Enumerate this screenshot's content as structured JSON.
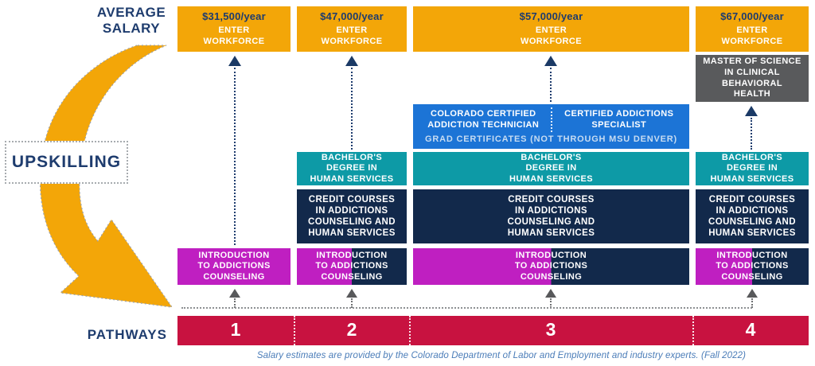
{
  "title_labels": {
    "average_salary_line1": "AVERAGE",
    "average_salary_line2": "SALARY",
    "upskilling": "UPSKILLING",
    "pathways": "PATHWAYS"
  },
  "enter_workforce_lines": [
    "ENTER",
    "WORKFORCE"
  ],
  "courses": {
    "intro_lines": [
      "INTRODUCTION",
      "TO ADDICTIONS",
      "COUNSELING"
    ],
    "credit_lines": [
      "CREDIT COURSES",
      "IN ADDICTIONS",
      "COUNSELING AND",
      "HUMAN SERVICES"
    ],
    "bachelors_lines": [
      "BACHELOR'S",
      "DEGREE IN",
      "HUMAN SERVICES"
    ],
    "masters_lines": [
      "MASTER OF SCIENCE",
      "IN CLINICAL",
      "BEHAVIORAL",
      "HEALTH"
    ],
    "cert_left_lines": [
      "COLORADO CERTIFIED",
      "ADDICTION TECHNICIAN"
    ],
    "cert_right_lines": [
      "CERTIFIED ADDICTIONS",
      "SPECIALIST"
    ],
    "grad_certificates_note": "GRAD CERTIFICATES (NOT THROUGH MSU DENVER)"
  },
  "pathways": [
    {
      "number": "1",
      "salary": "$31,500/year"
    },
    {
      "number": "2",
      "salary": "$47,000/year"
    },
    {
      "number": "3",
      "salary": "$57,000/year"
    },
    {
      "number": "4",
      "salary": "$67,000/year"
    }
  ],
  "footer_note": "Salary estimates are provided by the Colorado Department of Labor and Employment and industry experts. (Fall 2022)",
  "colors": {
    "orange": "#F3A608",
    "navy_text": "#1E3C6E",
    "teal": "#0D9AA6",
    "bright_blue": "#1C74D6",
    "dark_navy_box": "#12294B",
    "magenta": "#BF1FC1",
    "dark_gray_box": "#595A5C",
    "crimson_bar": "#C81240",
    "footer_blue": "#4A7CB8"
  }
}
